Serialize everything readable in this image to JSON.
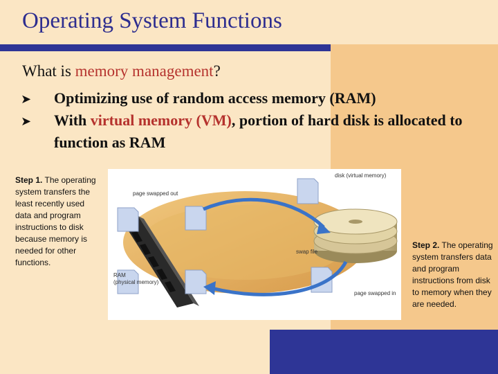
{
  "title": "Operating System Functions",
  "question": {
    "prefix": "What is ",
    "highlight": "memory management",
    "suffix": "?"
  },
  "bullets": [
    {
      "parts": [
        "Optimizing use of random access memory (RAM)"
      ]
    },
    {
      "parts": [
        "With ",
        "virtual memory (VM)",
        ", portion of hard disk is allocated to function as RAM"
      ]
    }
  ],
  "step1": {
    "label": "Step 1.",
    "text": "The operating system transfers the least recently used data and program instructions to disk because memory is needed for other functions."
  },
  "step2": {
    "label": "Step 2.",
    "text": "The operating system transfers data and program instructions from disk to memory when they are needed."
  },
  "diagram": {
    "page_swapped_out": "page swapped out",
    "disk_label": "disk (virtual memory)",
    "swap_file": "swap file",
    "ram_label_1": "RAM",
    "ram_label_2": "(physical memory)",
    "page_swapped_in": "page swapped in"
  },
  "colors": {
    "title": "#2d2d8f",
    "highlight": "#b5322d",
    "background": "#fbe6c4",
    "panel": "#f5c88c",
    "blue_band": "#2e3596"
  }
}
